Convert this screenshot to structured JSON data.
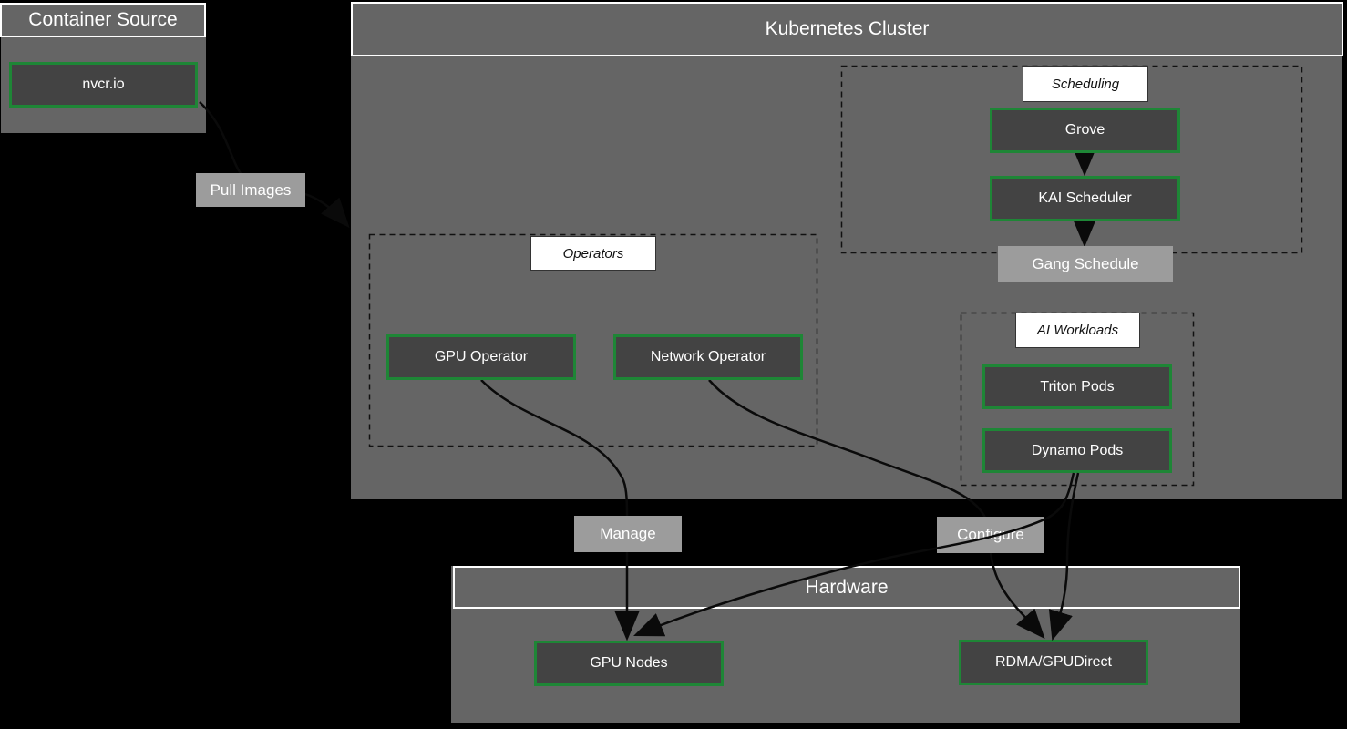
{
  "diagram": {
    "container_source": {
      "title": "Container Source",
      "nvcr": "nvcr.io"
    },
    "cluster": {
      "title": "Kubernetes Cluster",
      "scheduling": {
        "title": "Scheduling",
        "grove": "Grove",
        "kai": "KAI Scheduler"
      },
      "gang_schedule": "Gang Schedule",
      "operators": {
        "title": "Operators",
        "gpu_operator": "GPU Operator",
        "network_operator": "Network Operator"
      },
      "ai_workloads": {
        "title": "AI Workloads",
        "triton": "Triton Pods",
        "dynamo": "Dynamo Pods"
      }
    },
    "edge_labels": {
      "pull_images": "Pull Images",
      "manage": "Manage",
      "configure": "Configure"
    },
    "hardware": {
      "title": "Hardware",
      "gpu_nodes": "GPU Nodes",
      "rdma": "RDMA/GPUDirect"
    },
    "colors": {
      "background": "#000000",
      "group_fill": "#656565",
      "group_border": "#ffffff",
      "node_fill": "#434343",
      "node_border": "#1e8636",
      "edge_label_fill": "#9c9c9c",
      "subgraph_title_fill": "#ffffff",
      "edge_stroke": "#0a0a0a",
      "text": "#ffffff"
    }
  }
}
